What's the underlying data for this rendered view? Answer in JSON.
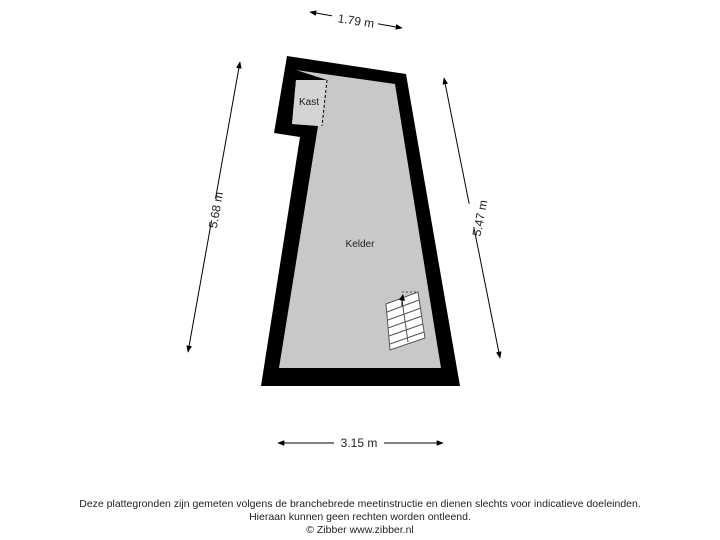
{
  "dimensions": {
    "top": "1.79 m",
    "left": "5.68 m",
    "right": "5.47 m",
    "bottom": "3.15 m"
  },
  "rooms": {
    "main": "Kelder",
    "closet": "Kast"
  },
  "footer": {
    "line1": "Deze plattegronden zijn gemeten volgens de branchebrede meetinstructie en dienen slechts voor indicatieve doeleinden.",
    "line2": "Hieraan kunnen geen rechten worden ontleend.",
    "line3": "© Zibber www.zibber.nl"
  },
  "colors": {
    "wall": "#000000",
    "floor": "#c8c8c8"
  }
}
